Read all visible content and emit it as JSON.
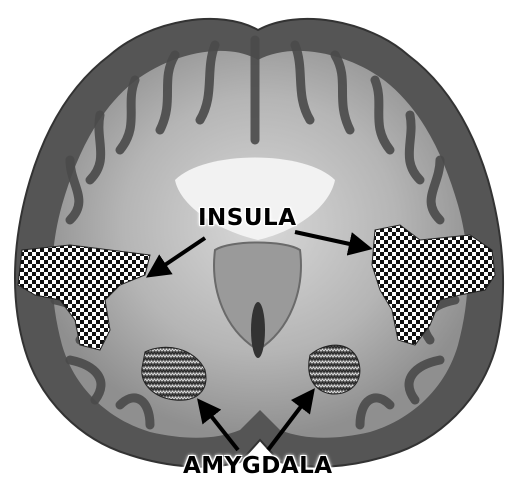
{
  "labels": {
    "insula": "INSULA",
    "amygdala": "AMYGDALA"
  },
  "colors": {
    "background": "#ffffff",
    "white_matter": "#b9b9b9",
    "gray_matter": "#5a5a5a",
    "ventricle": "#f2f2f2",
    "pattern_dark": "#111111",
    "pattern_light": "#ffffff",
    "arrow": "#000000"
  },
  "regions": [
    {
      "name": "insula-left",
      "pattern": "checkerboard"
    },
    {
      "name": "insula-right",
      "pattern": "checkerboard"
    },
    {
      "name": "amygdala-left",
      "pattern": "zigzag"
    },
    {
      "name": "amygdala-right",
      "pattern": "zigzag"
    }
  ]
}
